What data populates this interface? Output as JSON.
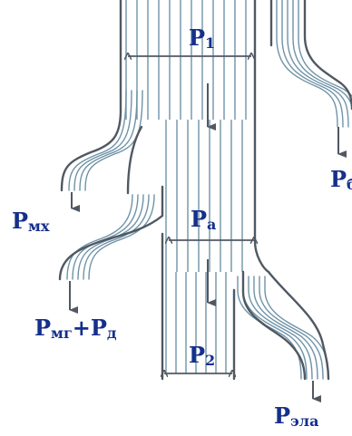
{
  "diagram": {
    "colors": {
      "stream": "#6f93a7",
      "frame": "#505862",
      "text": "#152f8c"
    },
    "labels": {
      "p1": {
        "main": "P",
        "sub": "1"
      },
      "pa": {
        "main": "P",
        "sub": "a"
      },
      "p2": {
        "main": "P",
        "sub": "2"
      },
      "pb": {
        "main": "P",
        "sub": "б"
      },
      "pmx": {
        "main": "P",
        "sub": "мх"
      },
      "pmg": {
        "main": "P",
        "sub": "мг"
      },
      "plus": "+",
      "pd": {
        "main": "P",
        "sub": "д"
      },
      "pela": {
        "main": "P",
        "sub": "эла"
      }
    }
  }
}
